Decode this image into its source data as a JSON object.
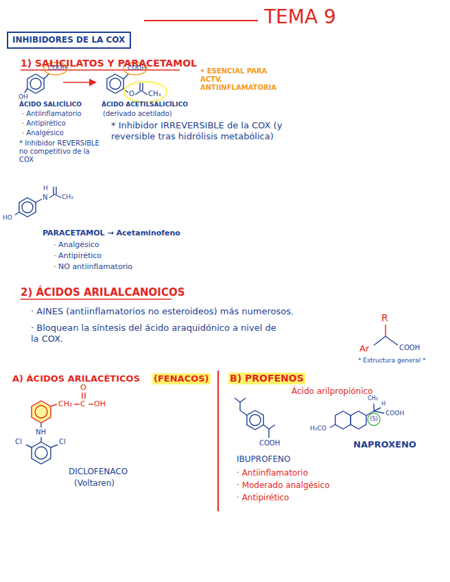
{
  "diagram": {
    "title": "TEMA 9",
    "nodes": [
      {
        "text": [
          "INHIBIDORES DE LA COX"
        ]
      }
    ],
    "labels": [
      "1) SALICILATOS Y PARACETAMOL",
      "COOH",
      "OH",
      "COOH",
      "O",
      "CH₃",
      "• ESENCIAL PARA ACTV. ANTIINFLAMATORIA",
      "ÁCIDO SALICÍLICO",
      "· Antiinflamatorio",
      "· Antipirético",
      "· Analgésico",
      "* Inhibidor REVERSIBLE no competitivo de la COX",
      "ÁCIDO ACETILSALICÍLICO",
      "(derivado acetilado)",
      "* Inhibidor IRREVERSIBLE de la COX (y reversible tras hidrólisis metabólica)",
      "HO",
      "H",
      "N",
      "CH₃",
      "PARACETAMOL → Acetaminofeno",
      "· Analgésico",
      "· Antipirético",
      "· NO antiinflamatorio",
      "2) ÁCIDOS ARILALCANOICOS",
      "· AINES (antiinflamatorios no esteroideos) más numerosos.",
      "· Bloquean la síntesis del ácido araquidónico a nivel de la COX.",
      "R",
      "Ar",
      "COOH",
      "* Estructura general *",
      "A) ÁCIDOS ARILACÉTICOS",
      "(FENACOS)",
      "CH₂",
      "O",
      "C",
      "OH",
      "NH",
      "Cl",
      "Cl",
      "DICLOFENACO",
      "(Voltaren)",
      "B) PROFENOS",
      "Ácido arilpropiónico",
      "COOH",
      "IBUPROFENO",
      "· Antiinflamatorio",
      "· Moderado analgésico",
      "· Antipirético",
      "CH₃",
      "H",
      "COOH",
      "(S)",
      "H₃CO",
      "NAPROXENO"
    ]
  }
}
